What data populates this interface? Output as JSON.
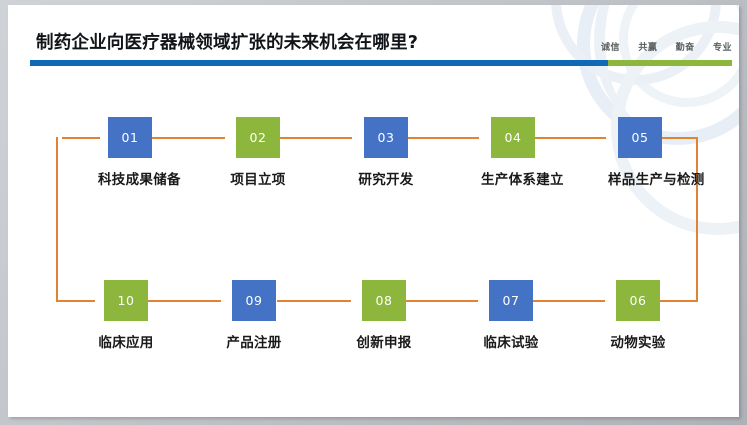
{
  "slide": {
    "title": "制药企业向医疗器械领域扩张的未来机会在哪里?",
    "slogan": [
      "诚信",
      "共赢",
      "勤奋",
      "专业"
    ],
    "colors": {
      "title_rule": "#0f69b4",
      "slogan_rule": "#8cb63c",
      "badge_blue": "#4472c4",
      "badge_green": "#8cb63c",
      "connector": "#e08434",
      "slide_background": "#ffffff",
      "canvas_background": "#b9bcc0"
    }
  },
  "flow": {
    "top_row": [
      {
        "number": "01",
        "label": "科技成果储备",
        "color": "blue"
      },
      {
        "number": "02",
        "label": "项目立项",
        "color": "green"
      },
      {
        "number": "03",
        "label": "研究开发",
        "color": "blue"
      },
      {
        "number": "04",
        "label": "生产体系建立",
        "color": "green"
      },
      {
        "number": "05",
        "label": "样品生产与检测",
        "color": "blue"
      }
    ],
    "bottom_row": [
      {
        "number": "10",
        "label": "临床应用",
        "color": "green"
      },
      {
        "number": "09",
        "label": "产品注册",
        "color": "blue"
      },
      {
        "number": "08",
        "label": "创新申报",
        "color": "green"
      },
      {
        "number": "07",
        "label": "临床试验",
        "color": "blue"
      },
      {
        "number": "06",
        "label": "动物实验",
        "color": "green"
      }
    ]
  }
}
